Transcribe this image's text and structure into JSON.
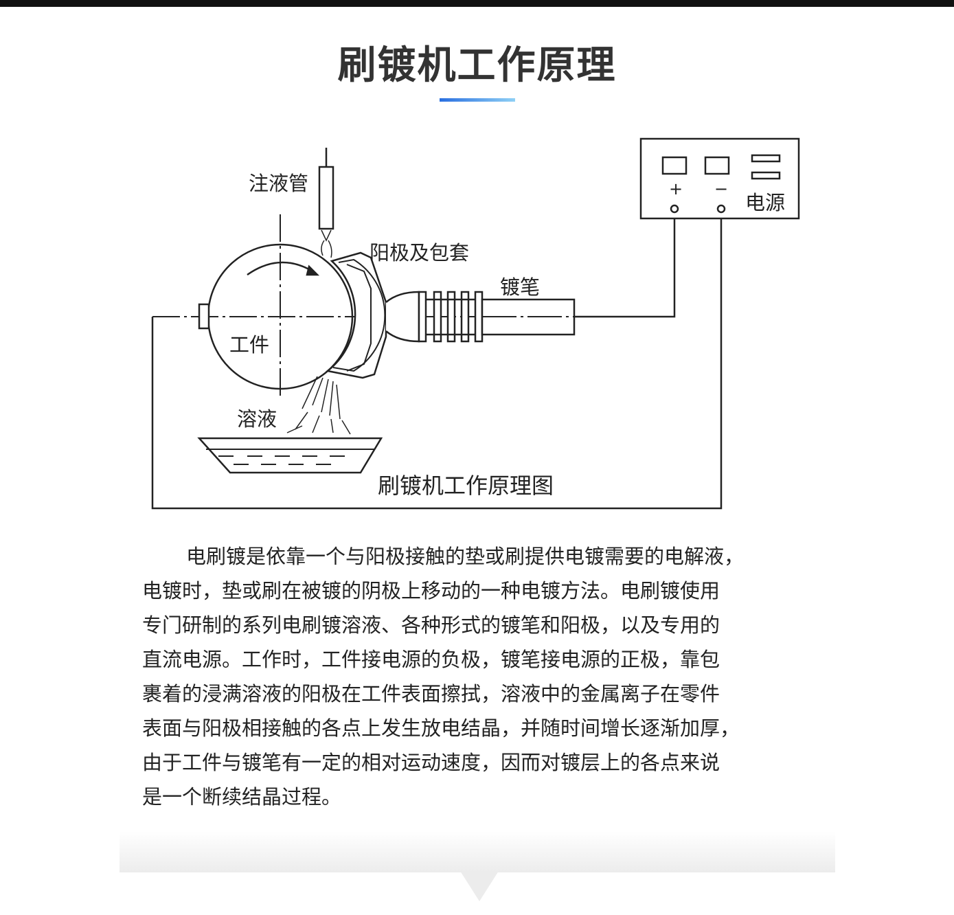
{
  "title": "刷镀机工作原理",
  "diagram": {
    "labels": {
      "injection_tube": "注液管",
      "anode_cover": "阳极及包套",
      "plating_pen": "镀笔",
      "workpiece": "工件",
      "solution": "溶液",
      "power_supply": "电源",
      "plus": "+",
      "minus": "−",
      "caption": "刷镀机工作原理图"
    }
  },
  "paragraph": {
    "lines": [
      "电刷镀是依靠一个与阳极接触的垫或刷提供电镀需要的电解液，",
      "电镀时，垫或刷在被镀的阴极上移动的一种电镀方法。电刷镀使用",
      "专门研制的系列电刷镀溶液、各种形式的镀笔和阳极，以及专用的",
      "直流电源。工作时，工件接电源的负极，镀笔接电源的正极，靠包",
      "裹着的浸满溶液的阳极在工件表面擦拭，溶液中的金属离子在零件",
      "表面与阳极相接触的各点上发生放电结晶，并随时间增长逐渐加厚，",
      "由于工件与镀笔有一定的相对运动速度，因而对镀层上的各点来说",
      "是一个断续结晶过程。"
    ]
  }
}
